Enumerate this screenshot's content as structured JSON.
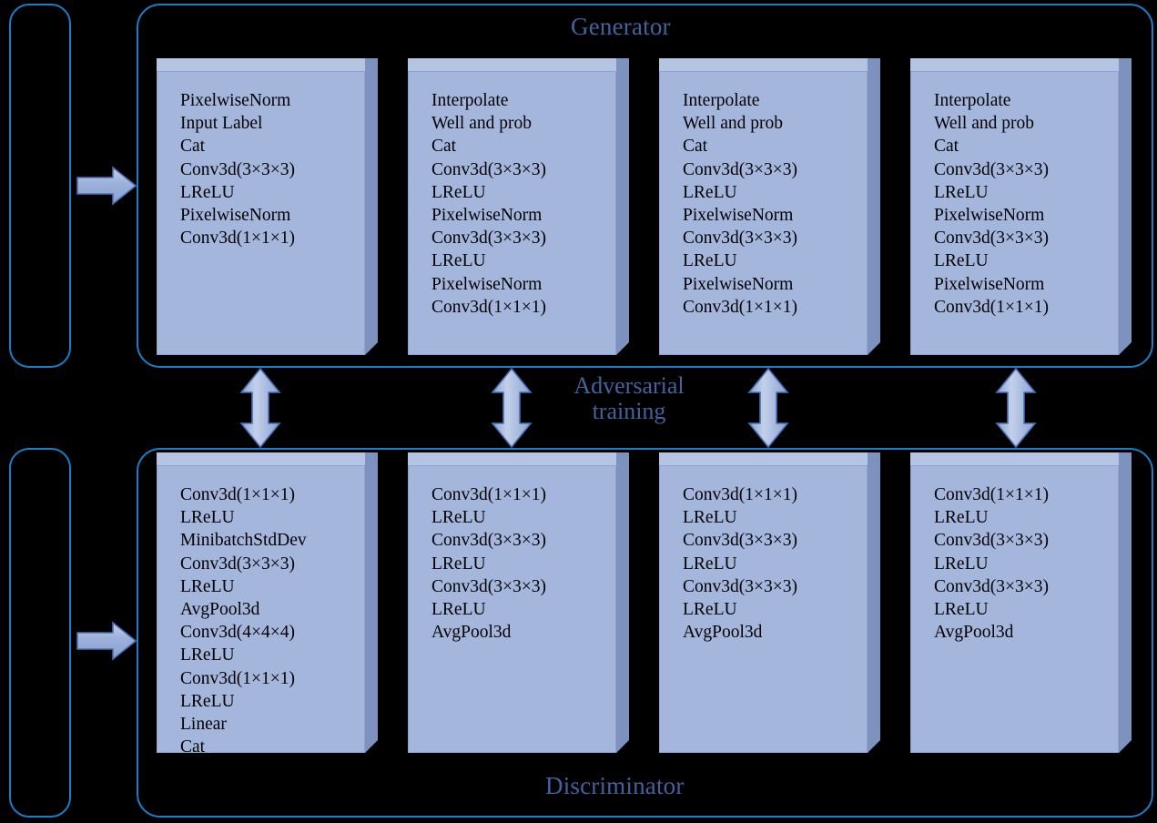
{
  "diagram": {
    "title_generator": "Generator",
    "title_discriminator": "Discriminator",
    "center_label_line1": "Adversarial",
    "center_label_line2": "training",
    "colors": {
      "container_border": "#1a7fc8",
      "block_front": "#a5b6dd",
      "block_top": "#b6c4e4",
      "block_side": "#7e92bf",
      "label_text": "#44629e",
      "arrow_fill": "#9bb0da",
      "arrow_border": "#4a6fb5",
      "background": "#000000"
    }
  },
  "generator": {
    "label": "Generator",
    "blocks": [
      {
        "name": "generator-block-1",
        "lines": [
          "PixelwiseNorm",
          "Input Label",
          "Cat",
          "Conv3d(3×3×3)",
          "LReLU",
          "PixelwiseNorm",
          "Conv3d(1×1×1)"
        ]
      },
      {
        "name": "generator-block-2",
        "lines": [
          "Interpolate",
          "Well and prob",
          "Cat",
          "Conv3d(3×3×3)",
          "LReLU",
          "PixelwiseNorm",
          "Conv3d(3×3×3)",
          "LReLU",
          "PixelwiseNorm",
          "Conv3d(1×1×1)"
        ]
      },
      {
        "name": "generator-block-3",
        "lines": [
          "Interpolate",
          "Well and prob",
          "Cat",
          "Conv3d(3×3×3)",
          "LReLU",
          "PixelwiseNorm",
          "Conv3d(3×3×3)",
          "LReLU",
          "PixelwiseNorm",
          "Conv3d(1×1×1)"
        ]
      },
      {
        "name": "generator-block-4",
        "lines": [
          "Interpolate",
          "Well and prob",
          "Cat",
          "Conv3d(3×3×3)",
          "LReLU",
          "PixelwiseNorm",
          "Conv3d(3×3×3)",
          "LReLU",
          "PixelwiseNorm",
          "Conv3d(1×1×1)"
        ]
      }
    ]
  },
  "discriminator": {
    "label": "Discriminator",
    "blocks": [
      {
        "name": "discriminator-block-1",
        "lines": [
          "Conv3d(1×1×1)",
          "LReLU",
          "MinibatchStdDev",
          "Conv3d(3×3×3)",
          "LReLU",
          "AvgPool3d",
          "Conv3d(4×4×4)",
          "LReLU",
          "Conv3d(1×1×1)",
          "LReLU",
          "Linear",
          "Cat"
        ]
      },
      {
        "name": "discriminator-block-2",
        "lines": [
          "Conv3d(1×1×1)",
          "LReLU",
          "Conv3d(3×3×3)",
          "LReLU",
          "Conv3d(3×3×3)",
          "LReLU",
          "AvgPool3d"
        ]
      },
      {
        "name": "discriminator-block-3",
        "lines": [
          "Conv3d(1×1×1)",
          "LReLU",
          "Conv3d(3×3×3)",
          "LReLU",
          "Conv3d(3×3×3)",
          "LReLU",
          "AvgPool3d"
        ]
      },
      {
        "name": "discriminator-block-4",
        "lines": [
          "Conv3d(1×1×1)",
          "LReLU",
          "Conv3d(3×3×3)",
          "LReLU",
          "Conv3d(3×3×3)",
          "LReLU",
          "AvgPool3d"
        ]
      }
    ]
  }
}
